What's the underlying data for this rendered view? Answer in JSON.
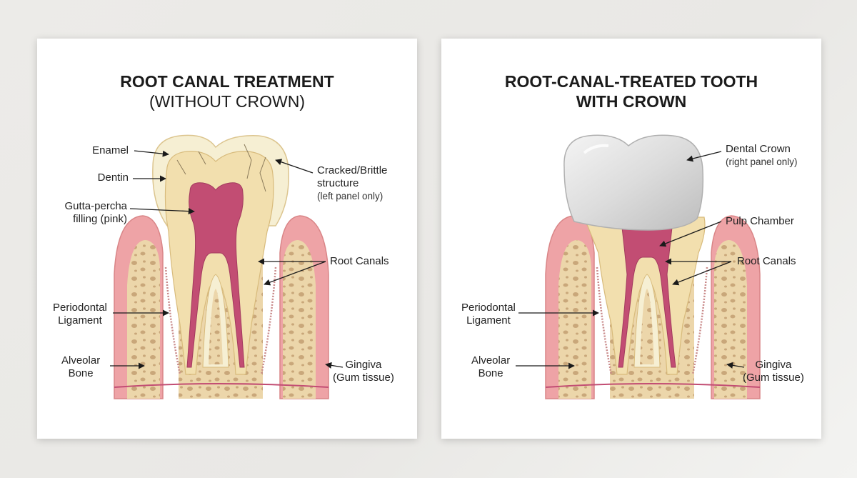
{
  "left_panel": {
    "title_line1": "ROOT CANAL TREATMENT",
    "title_line2": "(WITHOUT CROWN)",
    "labels": {
      "enamel": "Enamel",
      "dentin": "Dentin",
      "gutta_1": "Gutta-percha",
      "gutta_2": "filling (pink)",
      "cracked_1": "Cracked/Brittle",
      "cracked_2": "structure",
      "cracked_3": "(left panel only)",
      "root_canals": "Root Canals",
      "perio_1": "Periodontal",
      "perio_2": "Ligament",
      "alv_1": "Alveolar",
      "alv_2": "Bone",
      "ging_1": "Gingiva",
      "ging_2": "(Gum tissue)"
    }
  },
  "right_panel": {
    "title_line1": "ROOT-CANAL-TREATED TOOTH",
    "title_line2": "WITH CROWN",
    "labels": {
      "crown_1": "Dental Crown",
      "crown_2": "(right panel only)",
      "pulp": "Pulp Chamber",
      "root_canals": "Root Canals",
      "perio_1": "Periodontal",
      "perio_2": "Ligament",
      "alv_1": "Alveolar",
      "alv_2": "Bone",
      "ging_1": "Gingiva",
      "ging_2": "(Gum tissue)"
    }
  },
  "colors": {
    "enamel": "#f6efd3",
    "dentin": "#f2dfae",
    "gutta_percha": "#c24d73",
    "gum": "#eea3a6",
    "bone": "#ecd6aa",
    "crown": "#dcdcdc"
  }
}
